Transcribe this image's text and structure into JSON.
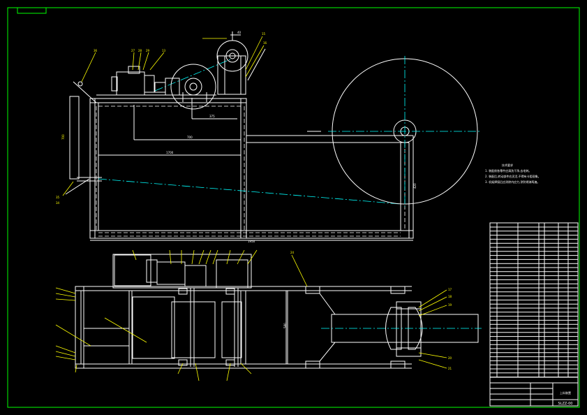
{
  "colors": {
    "background": "#000000",
    "frame": "#00ff00",
    "lines": "#ffffff",
    "centerline": "#00ffff",
    "callouts": "#ffff00"
  },
  "technical_notes": {
    "title": "技术要求",
    "items": [
      "1. 装配前各零件应清洗干净,去毛刺。",
      "2. 装配后,转动部件应灵活,不得有卡阻现象。",
      "3. 机架焊接后应消除内应力,涂防锈漆两遍。"
    ]
  },
  "title_block": {
    "name": "上料装置",
    "code": "SLZZ-00"
  }
}
